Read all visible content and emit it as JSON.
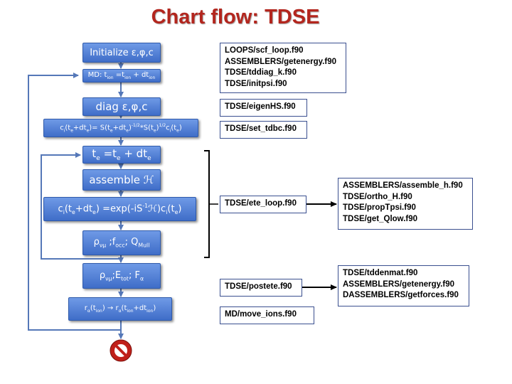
{
  "title": "Chart flow: TDSE",
  "flow_steps": {
    "initialize": "Initialize ε,φ,c",
    "md_time_step": "MD: t_ion=t_ion + dt_ion",
    "diag": "diag ε,φ,c",
    "coef_update": "c_i(t_e+dt_e)= S(t_e+dt_e)^-1/2*S(t_e)^1/2c_i(t_e)",
    "electron_time_step": "t_e=t_e + dt_e",
    "assemble_h": "assemble ℋ",
    "propagate": "c_i(t_e+dt_e) =exp(-iS^-1ℋ)c_i(t_e)",
    "density_occupation": "ρ_νμ;f_occ; Q_Mull",
    "density_energy_force": "ρ_νμ;E_tot; F_α",
    "move_ions": "r_α(t_ion) → r_α(t_ion+dt_ion)",
    "stop": "stop"
  },
  "files": {
    "scf": [
      "LOOPS/scf_loop.f90",
      "ASSEMBLERS/getenergy.f90",
      "TDSE/tddiag_k.f90",
      "TDSE/initpsi.f90"
    ],
    "eigen": "TDSE/eigenHS.f90",
    "tdbc": "TDSE/set_tdbc.f90",
    "ete_loop": "TDSE/ete_loop.f90",
    "ete_sub": [
      "ASSEMBLERS/assemble_h.f90",
      "TDSE/ortho_H.f90",
      "TDSE/propTpsi.f90",
      "TDSE/get_Qlow.f90"
    ],
    "postete": "TDSE/postete.f90",
    "postete_sub": [
      "TDSE/tddenmat.f90",
      "ASSEMBLERS/getenergy.f90",
      "DASSEMBLERS/getforces.f90"
    ],
    "move_ions": "MD/move_ions.f90"
  },
  "colors": {
    "title": "#b3261e",
    "box_top": "#6f9ae6",
    "box_bottom": "#3f6dc8",
    "connector": "#5578b8",
    "file_border": "#3a4f8f",
    "stop": "#c0201a"
  }
}
